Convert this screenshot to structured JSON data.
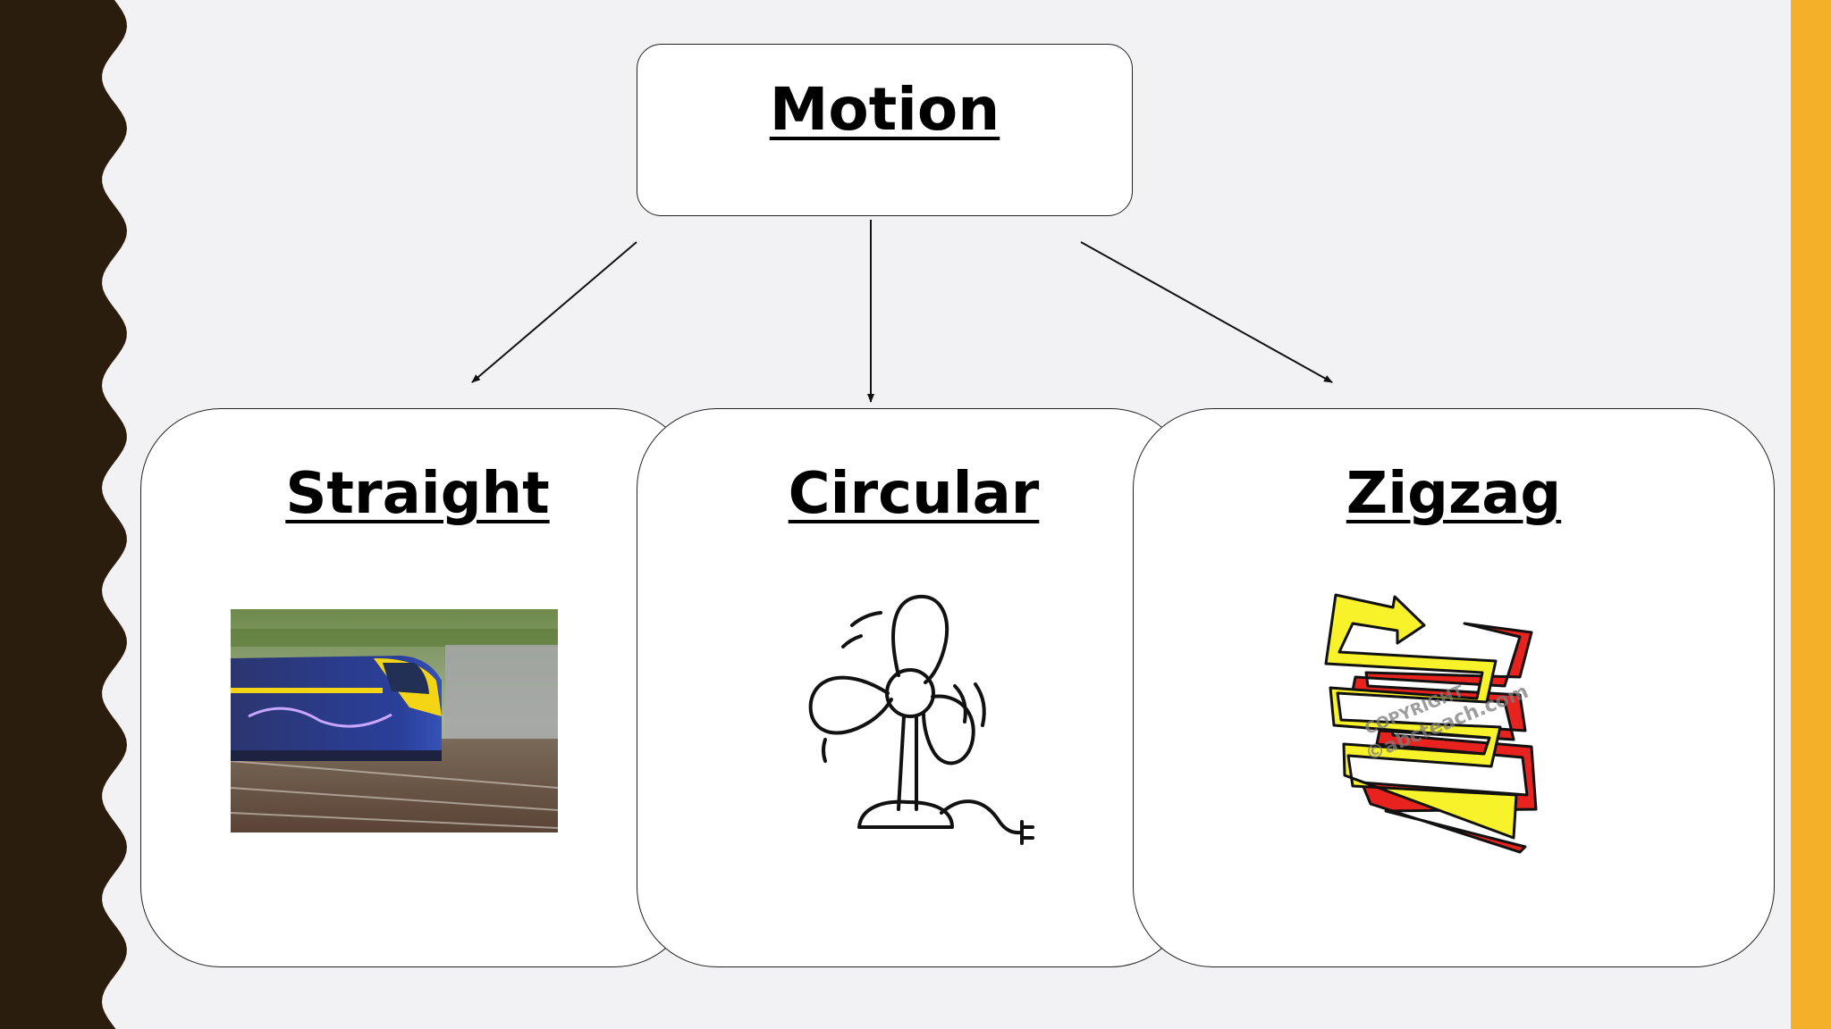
{
  "diagram": {
    "root": {
      "label": "Motion"
    },
    "children": [
      {
        "id": "straight",
        "label": "Straight",
        "picture": "train-photo"
      },
      {
        "id": "circular",
        "label": "Circular",
        "picture": "fan-drawing"
      },
      {
        "id": "zigzag",
        "label": "Zigzag",
        "picture": "zigzag-arrow-clipart"
      }
    ],
    "watermark": {
      "line1": "COPYRIGHT",
      "line2": "©abcteach.com"
    }
  },
  "colors": {
    "background": "#f2f2f4",
    "left_band": "#2b1d0e",
    "right_accent": "#f5b02a",
    "zigzag_yellow": "#f8f22a",
    "zigzag_red": "#e8231f"
  }
}
